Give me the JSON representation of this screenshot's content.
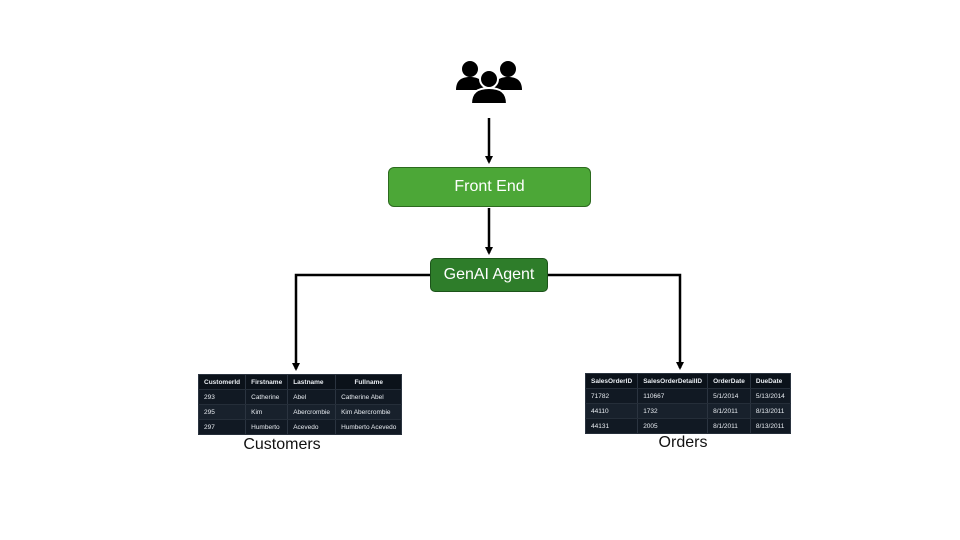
{
  "icons": {
    "users": "users-group-icon"
  },
  "nodes": {
    "front_end": "Front End",
    "genai_agent": "GenAI Agent"
  },
  "colors": {
    "front_end_fill": "#4ca737",
    "genai_agent_fill": "#2e7d2a",
    "table_background": "#111923",
    "connector": "#000000"
  },
  "customers": {
    "caption": "Customers",
    "headers": [
      "CustomerId",
      "Firstname",
      "Lastname",
      "Fullname"
    ],
    "rows": [
      [
        "293",
        "Catherine",
        "Abel",
        "Catherine Abel"
      ],
      [
        "295",
        "Kim",
        "Abercrombie",
        "Kim Abercrombie"
      ],
      [
        "297",
        "Humberto",
        "Acevedo",
        "Humberto Acevedo"
      ]
    ]
  },
  "orders": {
    "caption": "Orders",
    "headers": [
      "SalesOrderID",
      "SalesOrderDetailID",
      "OrderDate",
      "DueDate"
    ],
    "rows": [
      [
        "71782",
        "110667",
        "5/1/2014",
        "5/13/2014"
      ],
      [
        "44110",
        "1732",
        "8/1/2011",
        "8/13/2011"
      ],
      [
        "44131",
        "2005",
        "8/1/2011",
        "8/13/2011"
      ]
    ]
  }
}
